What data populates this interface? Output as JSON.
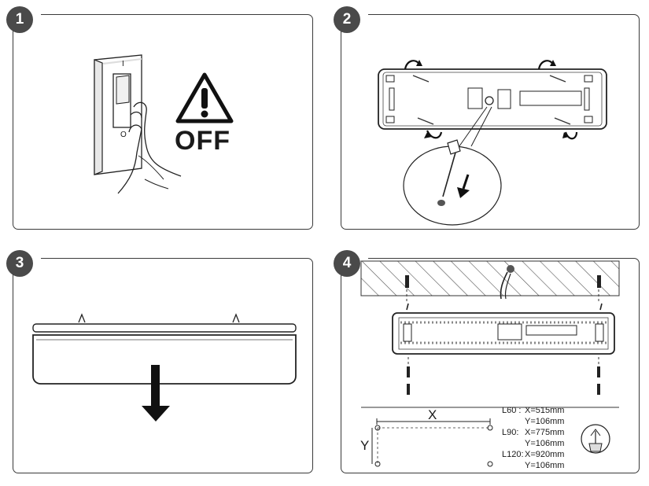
{
  "steps": [
    {
      "number": "1"
    },
    {
      "number": "2"
    },
    {
      "number": "3"
    },
    {
      "number": "4"
    }
  ],
  "step1": {
    "switch_on_mark": "I",
    "switch_off_mark": "O",
    "warning_text": "OFF"
  },
  "step4": {
    "dimension_x_label": "X",
    "dimension_y_label": "Y",
    "specs": [
      {
        "model": "L60 :",
        "x": "X=515mm",
        "y": "Y=106mm"
      },
      {
        "model": "L90:",
        "x": "X=775mm",
        "y": "Y=106mm"
      },
      {
        "model": "L120:",
        "x": "X=920mm",
        "y": "Y=106mm"
      }
    ]
  },
  "colors": {
    "badge": "#4a4a4a",
    "line": "#2a2a2a",
    "hatch": "#555555"
  }
}
